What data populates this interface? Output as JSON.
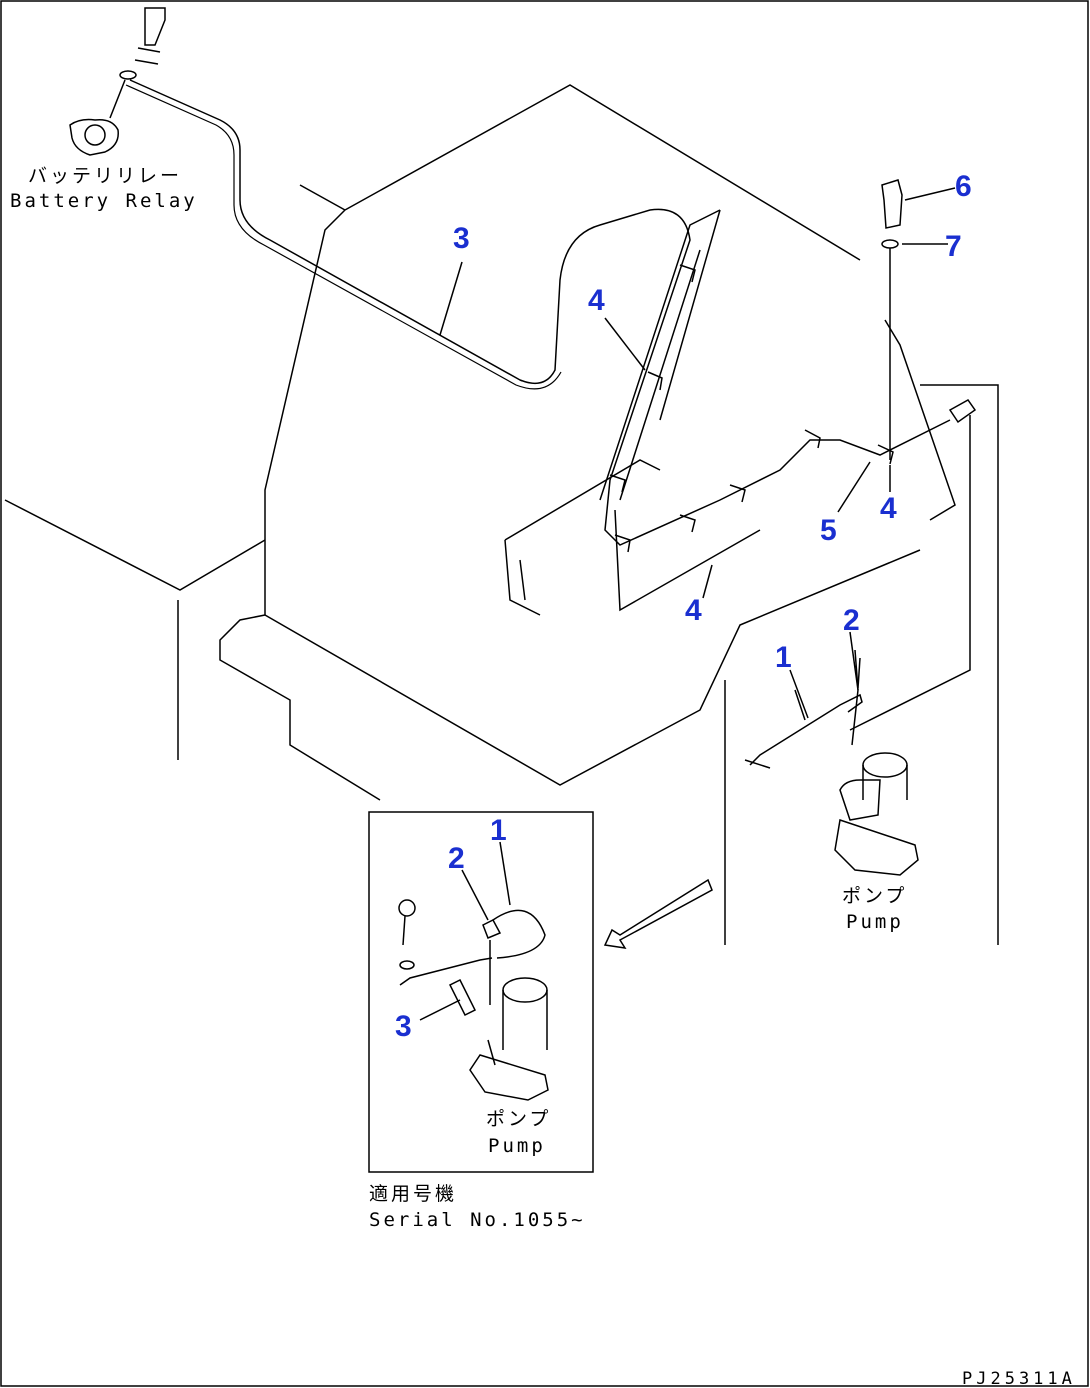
{
  "labels": {
    "battery_relay_jp": "バッテリリレー",
    "battery_relay_en": "Battery Relay",
    "pump_jp": "ポンプ",
    "pump_en": "Pump",
    "serial_jp": "適用号機",
    "serial_en": "Serial No.1055~",
    "drawing_code": "PJ25311A"
  },
  "callouts": {
    "c1": "1",
    "c2": "2",
    "c3": "3",
    "c4": "4",
    "c5": "5",
    "c6": "6",
    "c7": "7"
  },
  "colors": {
    "callout": "#1a2fd0",
    "line": "#000000",
    "border": "#000000"
  }
}
